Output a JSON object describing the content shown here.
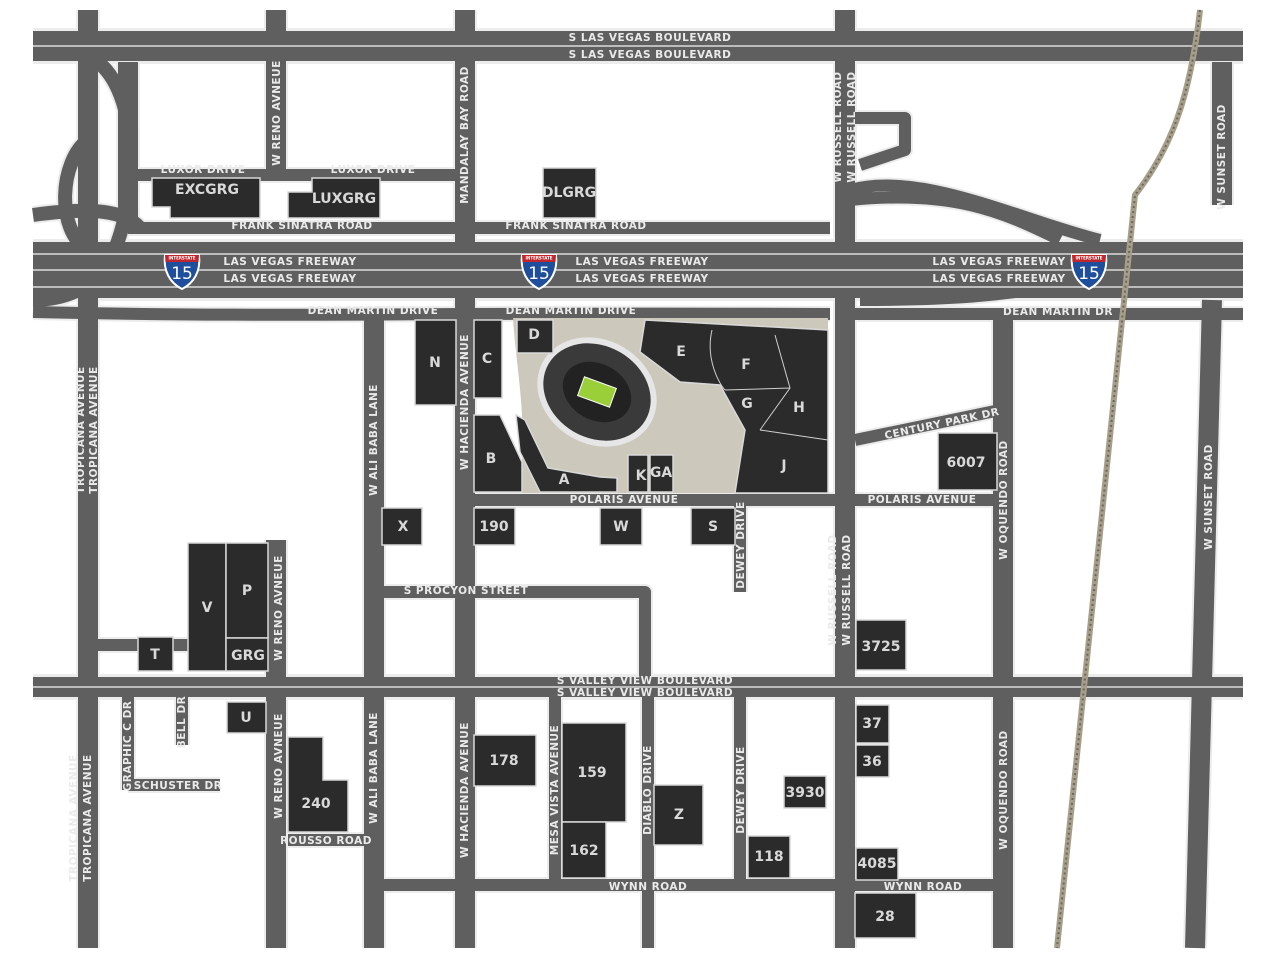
{
  "map": {
    "colors": {
      "road": "#5f5f5f",
      "lot": "#2b2b2b",
      "background": "#ffffff",
      "field": "#9bcf3a",
      "shield_blue": "#1f4e9c",
      "shield_red": "#c0262d",
      "railroad": "#a59e8a"
    },
    "interstate": {
      "word": "INTERSTATE",
      "number": "15"
    },
    "roads": {
      "las_vegas_blvd": "S LAS VEGAS BOULEVARD",
      "luxor": "LUXOR DRIVE",
      "frank_sinatra": "FRANK SINATRA ROAD",
      "freeway": "LAS VEGAS FREEWAY",
      "dean_martin": "DEAN MARTIN DRIVE",
      "dean_martin_short": "DEAN MARTIN DR",
      "reno": "W RENO AVNEUE",
      "mandalay": "MANDALAY BAY ROAD",
      "russell": "W RUSSELL ROAD",
      "sunset": "W SUNSET ROAD",
      "tropicana": "TROPICANA AVENUE",
      "ali_baba": "W ALI BABA LANE",
      "hacienda": "W HACIENDA AVENUE",
      "polaris": "POLARIS AVENUE",
      "century_park": "CENTURY PARK DR",
      "oquendo": "W OQUENDO ROAD",
      "dewey": "DEWEY DRIVE",
      "procyon": "S PROCYON STREET",
      "valley_view": "S VALLEY VIEW BOULEVARD",
      "graphic": "GRAPHIC C DR",
      "bell": "BELL DR",
      "schuster": "SCHUSTER DR",
      "rousso": "ROUSSO ROAD",
      "mesa_vista": "MESA VISTA AVENUE",
      "diablo": "DIABLO DRIVE",
      "wynn": "WYNN ROAD"
    },
    "lots": [
      "EXCGRG",
      "LUXGRG",
      "DLGRG",
      "N",
      "C",
      "D",
      "B",
      "A",
      "E",
      "F",
      "G",
      "H",
      "J",
      "K",
      "GA",
      "6007",
      "X",
      "190",
      "W",
      "S",
      "V",
      "P",
      "GRG",
      "T",
      "3725",
      "U",
      "240",
      "178",
      "159",
      "162",
      "Z",
      "3930",
      "118",
      "37",
      "36",
      "4085",
      "28"
    ]
  }
}
